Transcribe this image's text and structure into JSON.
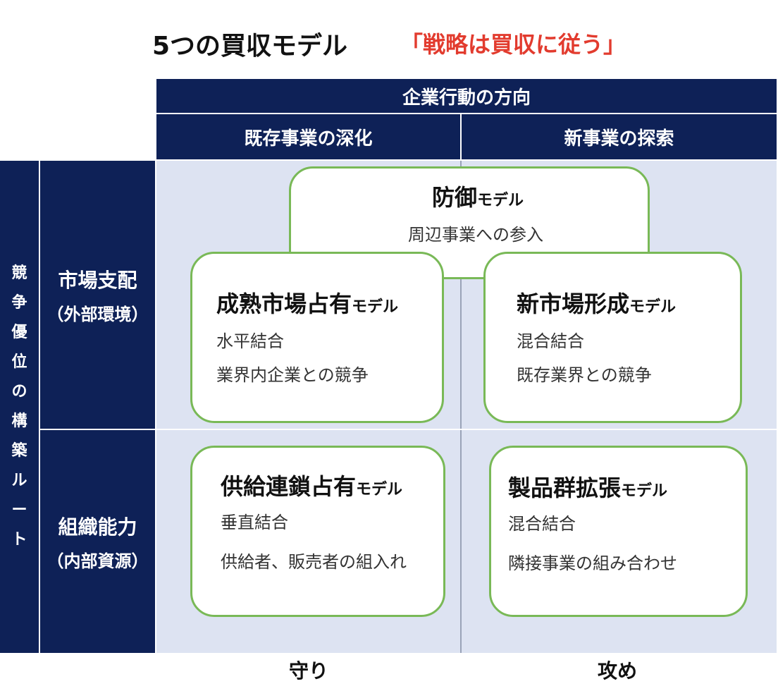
{
  "title": {
    "main": "5つの買収モデル",
    "sub": "「戦略は買収に従う」"
  },
  "header": {
    "top": "企業行動の方向",
    "left_col": "既存事業の深化",
    "right_col": "新事業の探索"
  },
  "side": {
    "vertical_chars": [
      "競",
      "争",
      "優",
      "位",
      "の",
      "構",
      "築",
      "ル",
      "ー",
      "ト"
    ],
    "row1": {
      "line1": "市場支配",
      "line2": "（外部環境）"
    },
    "row2": {
      "line1": "組織能力",
      "line2": "（内部資源）"
    }
  },
  "cards": {
    "defense": {
      "big": "防御",
      "small": "モデル",
      "lines": [
        "周辺事業への参入"
      ]
    },
    "mature": {
      "big": "成熟市場占有",
      "small": "モデル",
      "lines": [
        "水平結合",
        "業界内企業との競争"
      ]
    },
    "newmarket": {
      "big": "新市場形成",
      "small": "モデル",
      "lines": [
        "混合結合",
        "既存業界との競争"
      ]
    },
    "supply": {
      "big": "供給連鎖占有",
      "small": "モデル",
      "lines": [
        "垂直結合",
        "供給者、販売者の組入れ"
      ]
    },
    "product": {
      "big": "製品群拡張",
      "small": "モデル",
      "lines": [
        "混合結合",
        "隣接事業の組み合わせ"
      ]
    }
  },
  "axis": {
    "left": "守り",
    "right": "攻め"
  },
  "colors": {
    "navy": "#0e2157",
    "card_border": "#79b957",
    "accent_red": "#e23b2e",
    "grid_bg": "#dde3f2"
  }
}
